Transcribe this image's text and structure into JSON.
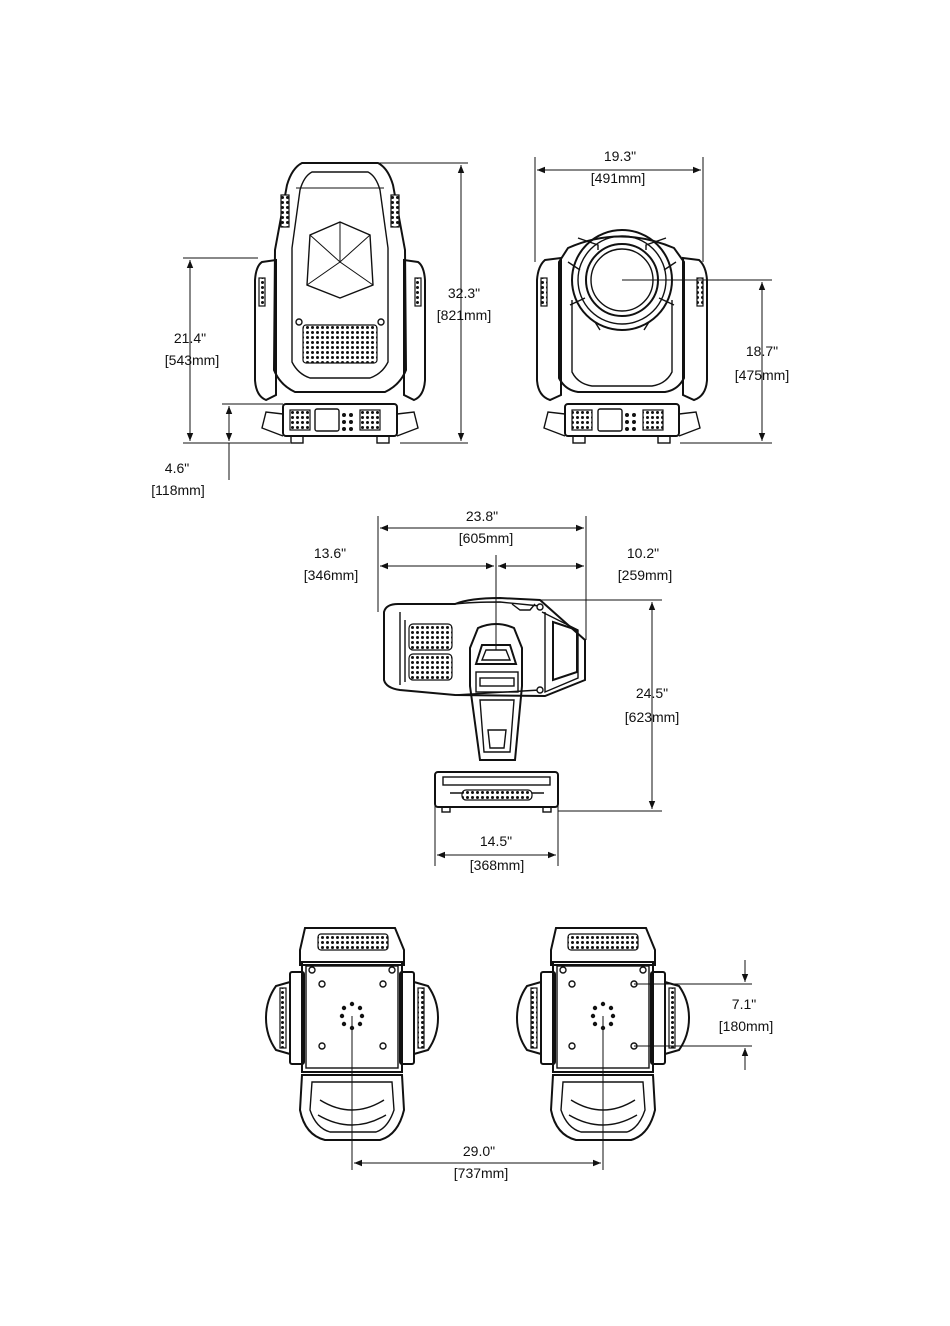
{
  "dimensions": {
    "front_height": {
      "imperial": "32.3\"",
      "metric": "[821mm]"
    },
    "front_tilt_axis": {
      "imperial": "21.4\"",
      "metric": "[543mm]"
    },
    "front_base": {
      "imperial": "4.6\"",
      "metric": "[118mm]"
    },
    "side_width": {
      "imperial": "19.3\"",
      "metric": "[491mm]"
    },
    "side_axis_height": {
      "imperial": "18.7\"",
      "metric": "[475mm]"
    },
    "top_length": {
      "imperial": "23.8\"",
      "metric": "[605mm]"
    },
    "top_front": {
      "imperial": "13.6\"",
      "metric": "[346mm]"
    },
    "top_rear": {
      "imperial": "10.2\"",
      "metric": "[259mm]"
    },
    "top_height": {
      "imperial": "24.5\"",
      "metric": "[623mm]"
    },
    "top_base": {
      "imperial": "14.5\"",
      "metric": "[368mm]"
    },
    "bottom_holes": {
      "imperial": "7.1\"",
      "metric": "[180mm]"
    },
    "bottom_spacing": {
      "imperial": "29.0\"",
      "metric": "[737mm]"
    }
  }
}
